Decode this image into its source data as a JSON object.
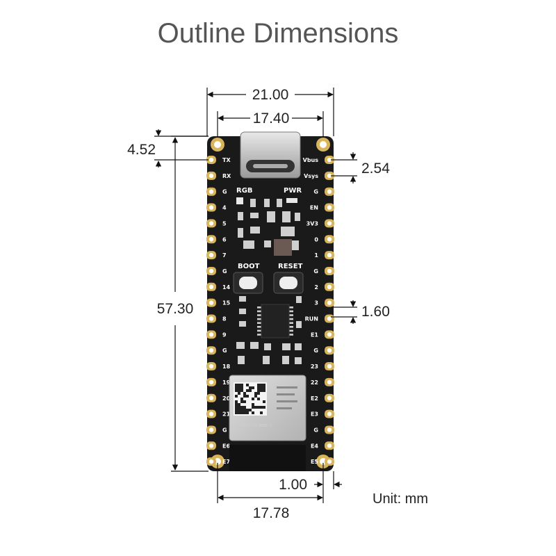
{
  "title": "Outline Dimensions",
  "unit_label": "Unit: mm",
  "dimensions": {
    "board_width": "21.00",
    "hole_spacing_top": "17.40",
    "hole_offset_top": "4.52",
    "board_length": "57.30",
    "pin_pitch": "2.54",
    "hole_diameter": "1.60",
    "hole_spacing_bottom": "17.78",
    "hole_edge_offset": "1.00"
  },
  "silkscreen": {
    "rgb": "RGB",
    "pwr": "PWR",
    "boot": "BOOT",
    "reset": "RESET",
    "module_name": "ESP32-C6-MINI-1"
  },
  "pins_left": [
    "TX",
    "RX",
    "G",
    "4",
    "5",
    "6",
    "7",
    "G",
    "14",
    "15",
    "8",
    "9",
    "G",
    "18",
    "19",
    "20",
    "21",
    "G",
    "E6",
    "E7"
  ],
  "pins_right": [
    "Vbus",
    "Vsys",
    "G",
    "EN",
    "3V3",
    "0",
    "1",
    "G",
    "2",
    "3",
    "RUN",
    "E1",
    "G",
    "23",
    "22",
    "E2",
    "E3",
    "G",
    "E4",
    "E5"
  ],
  "colors": {
    "pcb": "#1a1a1a",
    "gold": "#d8b45a",
    "dimension_line": "#111111",
    "shield": "#c9c9c9"
  }
}
